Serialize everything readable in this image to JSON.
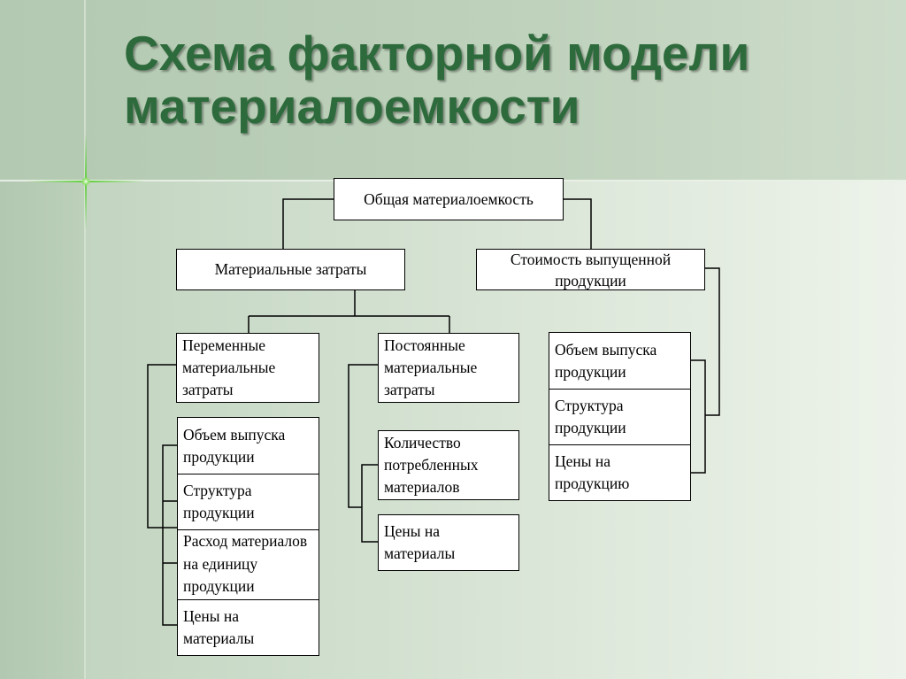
{
  "slide": {
    "title": "Схема факторной модели материалоемкости"
  },
  "diagram": {
    "root": "Общая материалоемкость",
    "material_costs": "Материальные затраты",
    "product_cost": "Стоимость выпущенной продукции",
    "variable_costs": "Переменные материальные затраты",
    "fixed_costs": "Постоянные материальные затраты",
    "variable_factors": [
      "Объем выпуска продукции",
      "Структура продукции",
      "Расход материалов на единицу продукции",
      "Цены на материалы"
    ],
    "fixed_factors": [
      "Количество потребленных материалов",
      "Цены на материалы"
    ],
    "product_factors": [
      "Объем выпуска продукции",
      "Структура продукции",
      "Цены на продукцию"
    ]
  }
}
